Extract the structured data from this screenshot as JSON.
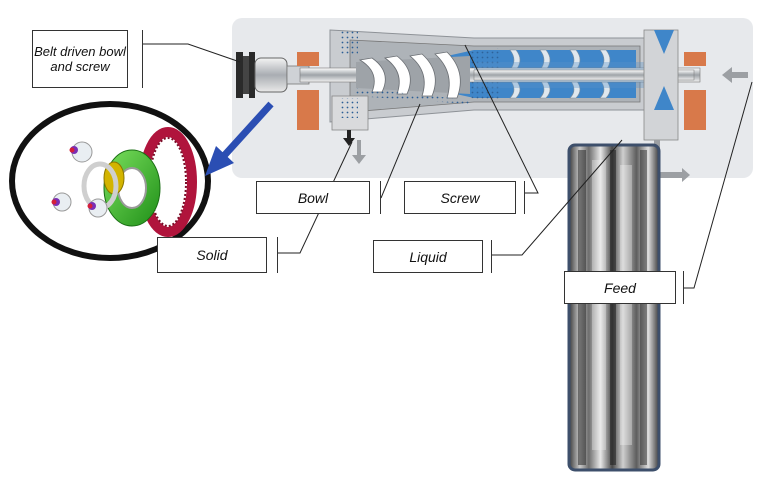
{
  "labels": {
    "belt": "Belt driven bowl and screw",
    "bowl": "Bowl",
    "screw": "Screw",
    "solid": "Solid",
    "liquid": "Liquid",
    "feed": "Feed"
  },
  "colors": {
    "panel": "#e7e9ec",
    "bowl_metal": "#b9bcc0",
    "screw_blue": "#3f86c9",
    "flight": "#dfe7ee",
    "bearing_orange": "#d8794a",
    "arrow_blue": "#2b4eb3",
    "ring_red": "#b0143c",
    "gear_green": "#3fbd2f",
    "gear_yellow": "#d3b400"
  },
  "icons": {
    "belt_pulley": "pulley-icon",
    "gearbox": "planetary-gear-icon",
    "pointer": "arrow-icon"
  }
}
